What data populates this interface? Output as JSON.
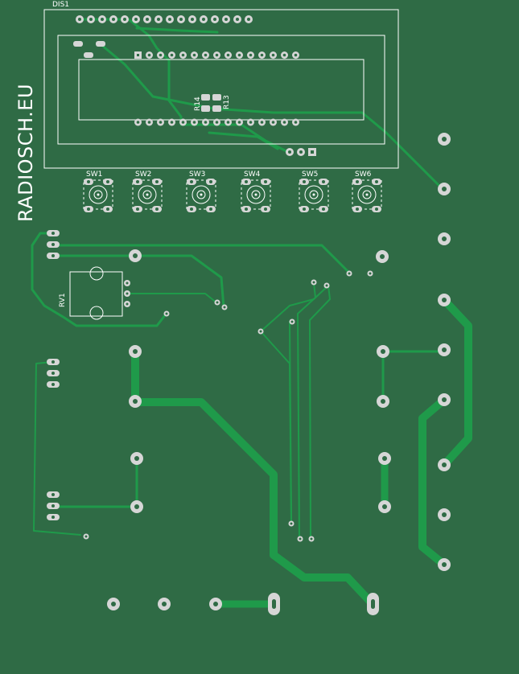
{
  "brand": "RADIOSCH.EU",
  "components": {
    "display": "DIS1",
    "resistors": [
      "R14",
      "R13"
    ],
    "switches": [
      "SW1",
      "SW2",
      "SW3",
      "SW4",
      "SW5",
      "SW6"
    ],
    "potentiometer": "RV1"
  },
  "colors": {
    "board": "#2f6b45",
    "copper": "#1f9a4a",
    "silkscreen": "#ffffff",
    "pad": "#d6d6d6"
  }
}
